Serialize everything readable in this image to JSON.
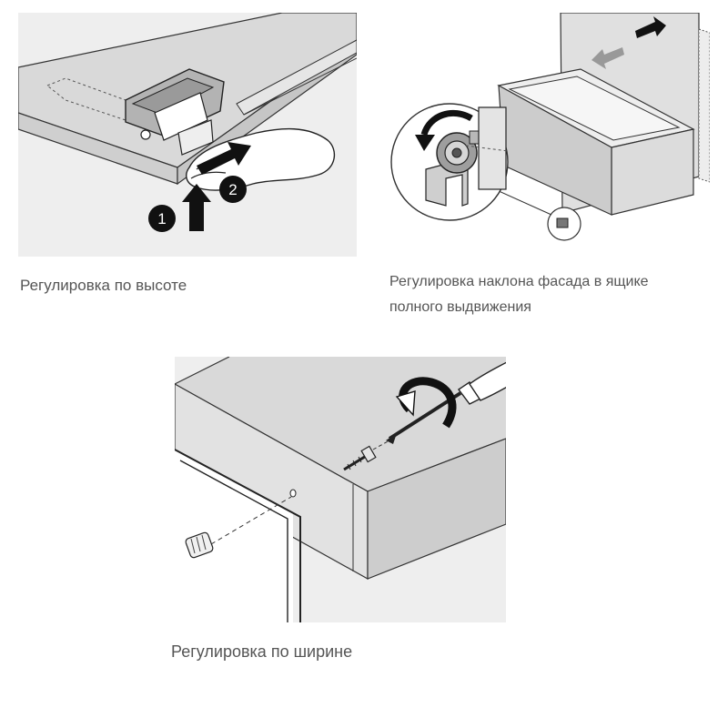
{
  "panels": [
    {
      "id": "height",
      "caption": "Регулировка по высоте",
      "step_labels": [
        "1",
        "2"
      ]
    },
    {
      "id": "tilt",
      "caption_line1": "Регулировка наклона фасада в ящике",
      "caption_line2": "полного выдвижения"
    },
    {
      "id": "width",
      "caption": "Регулировка по ширине"
    }
  ],
  "colors": {
    "panel_bg": "#eeeeee",
    "line": "#333333",
    "surface": "#d9d9d9",
    "badge": "#111111"
  }
}
